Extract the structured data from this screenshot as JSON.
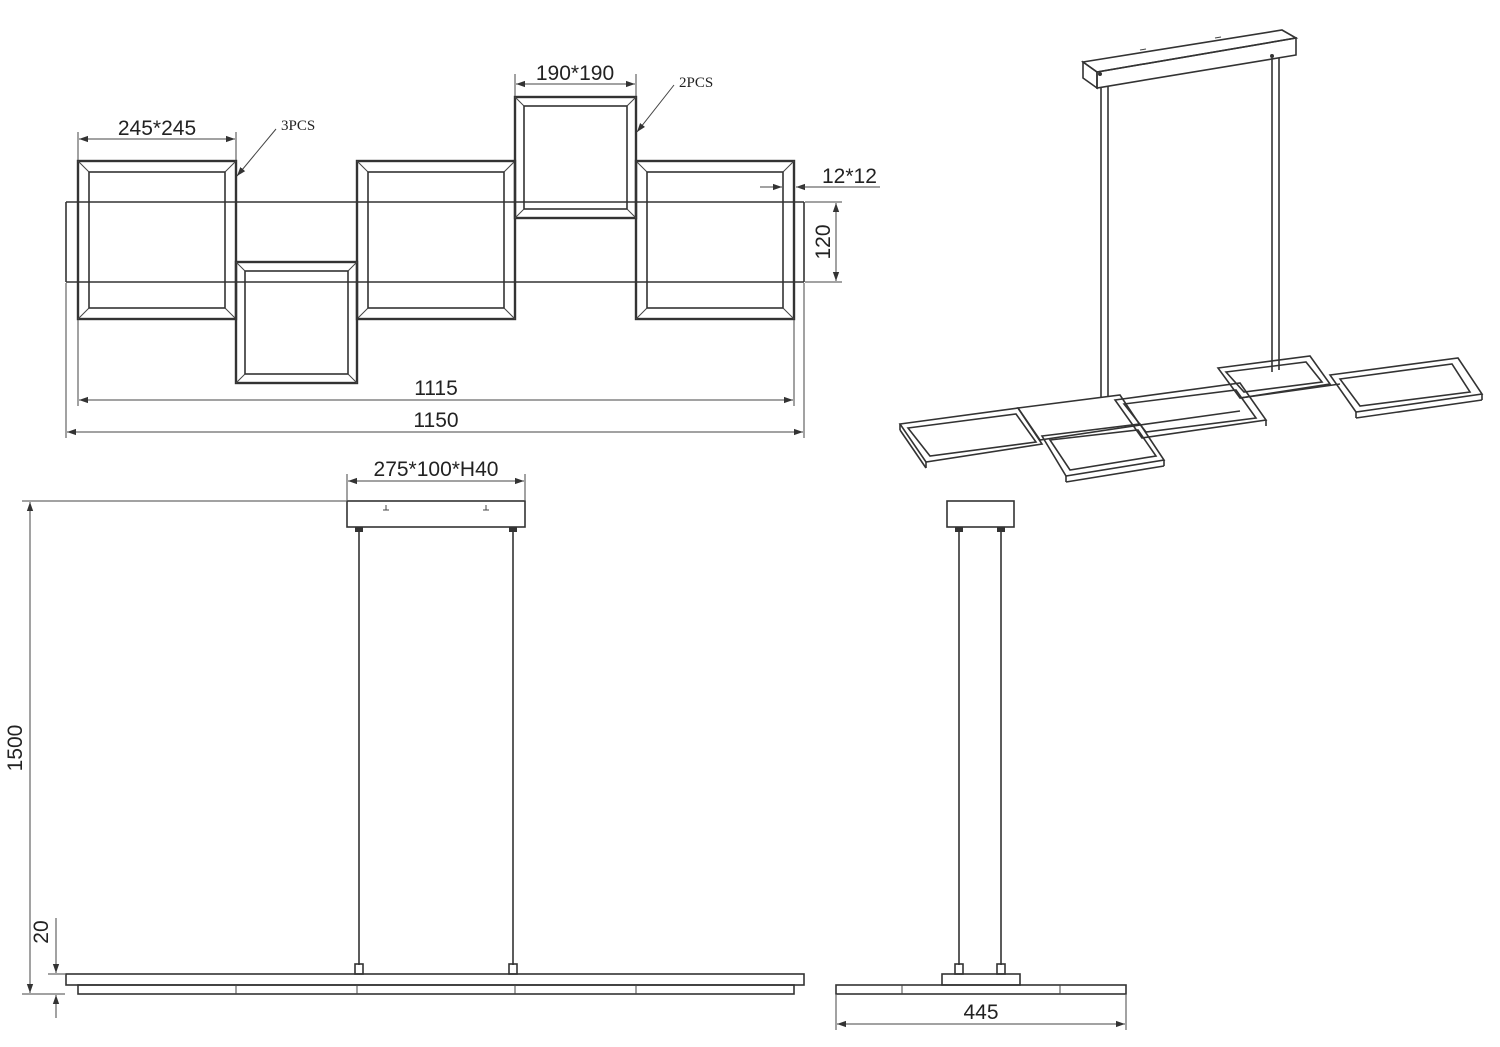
{
  "top_view": {
    "large_square": "245*245",
    "large_count": "3PCS",
    "small_square": "190*190",
    "small_count": "2PCS",
    "profile": "12*12",
    "bar_height": "120",
    "inner_length": "1115",
    "overall_length": "1150"
  },
  "front_view": {
    "canopy": "275*100*H40",
    "total_height": "1500",
    "body_height": "20"
  },
  "side_view": {
    "width": "445"
  }
}
